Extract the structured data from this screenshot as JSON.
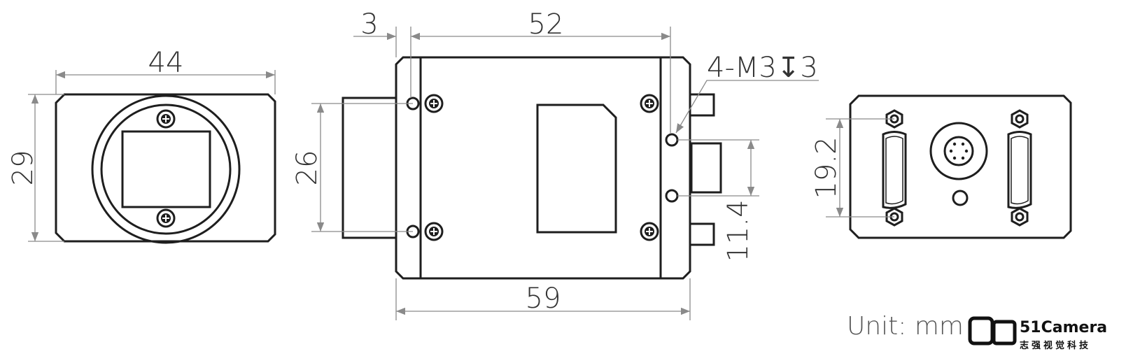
{
  "dimensions": {
    "front_width": "44",
    "front_height": "29",
    "offset": "3",
    "body_length": "52",
    "total_length": "59",
    "mount_height": "26",
    "mount_hole_spacing": "11.4",
    "thread_note": "4-M3↧3",
    "connector_spacing": "19.2"
  },
  "unit_label": "Unit: mm",
  "logo": {
    "name": "51Camera",
    "subtitle": "志强视觉科技"
  }
}
